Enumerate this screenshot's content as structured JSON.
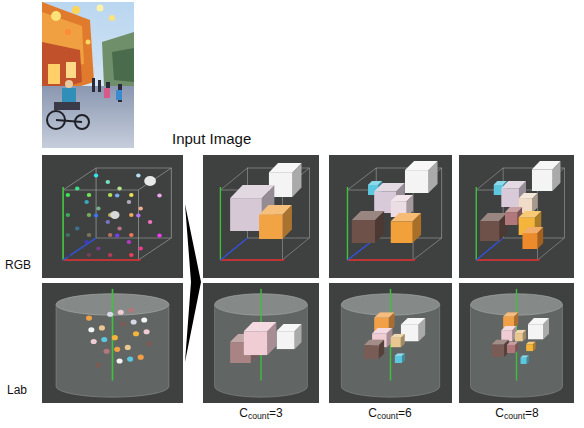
{
  "diagram": {
    "labels": [
      "Input Image",
      "RGB",
      "Lab",
      "Ccount=3",
      "Ccount=6",
      "Ccount=8"
    ]
  }
}
